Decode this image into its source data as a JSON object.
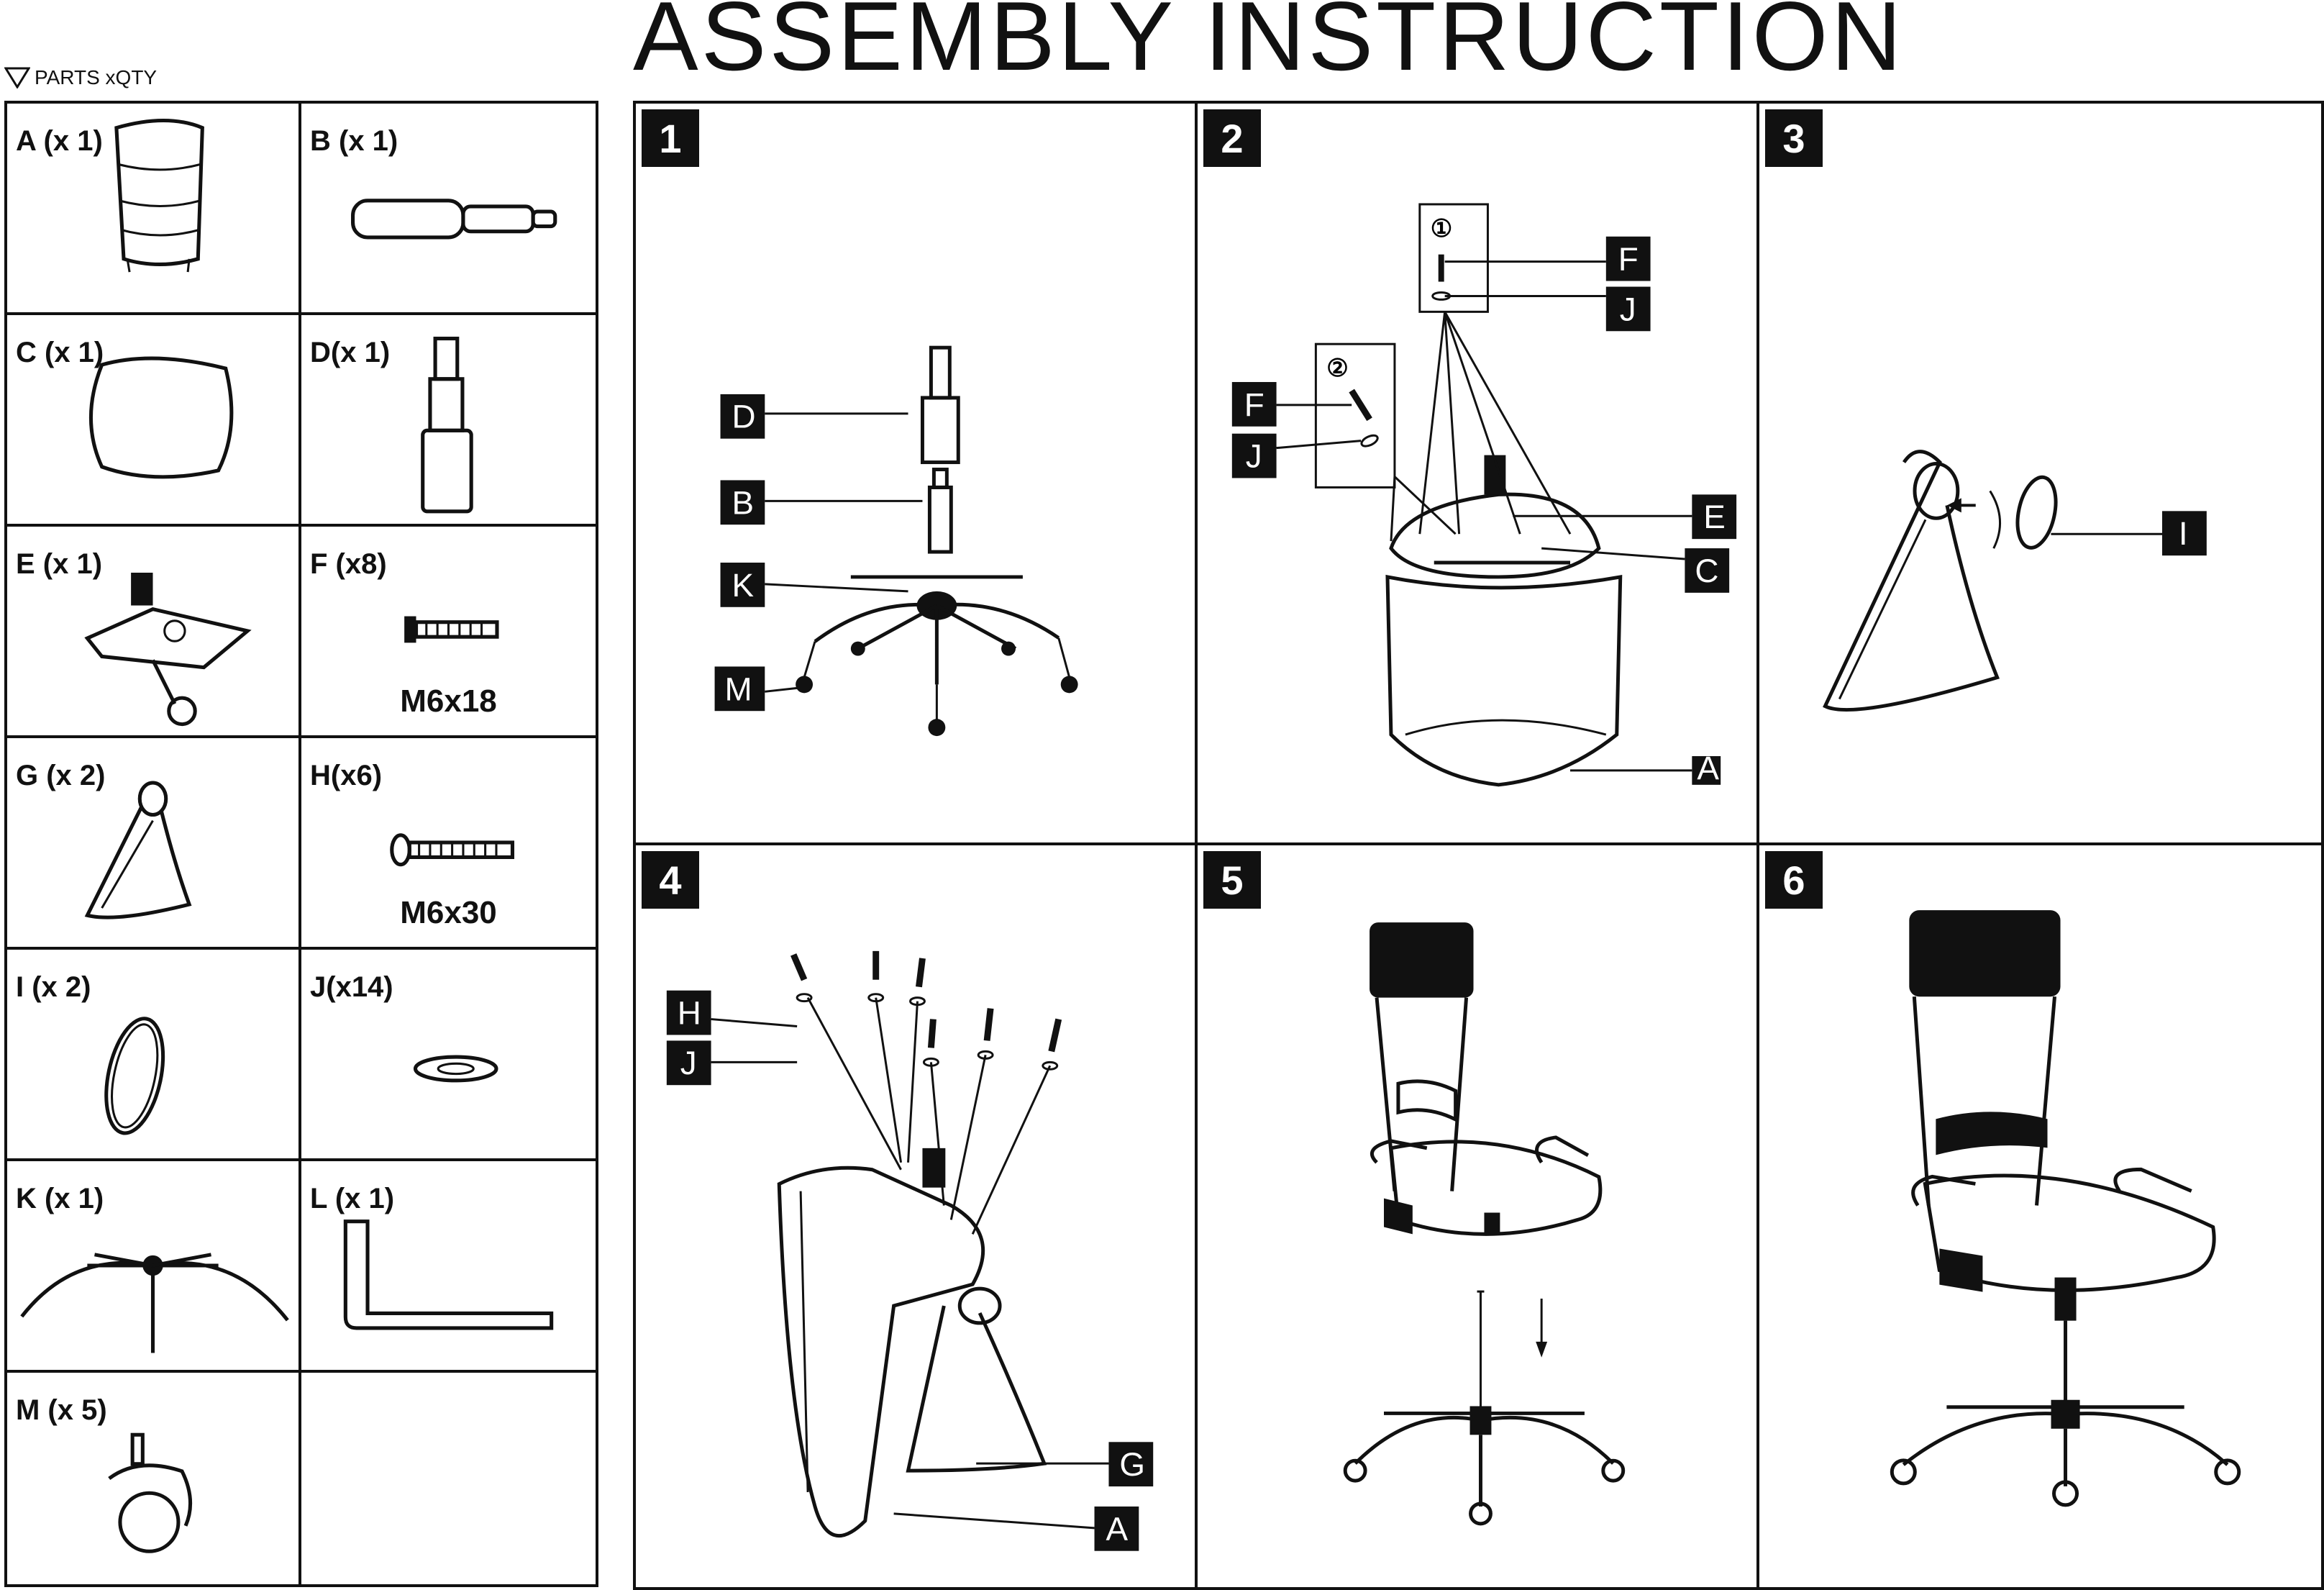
{
  "title": "ASSEMBLY INSTRUCTION",
  "parts_header": "PARTS xQTY",
  "parts": [
    {
      "label": "A (x 1)",
      "size": ""
    },
    {
      "label": "B (x 1)",
      "size": ""
    },
    {
      "label": "C (x 1)",
      "size": ""
    },
    {
      "label": "D(x 1)",
      "size": ""
    },
    {
      "label": "E (x 1)",
      "size": ""
    },
    {
      "label": "F (x8)",
      "size": "M6x18"
    },
    {
      "label": "G (x 2)",
      "size": ""
    },
    {
      "label": "H(x6)",
      "size": "M6x30"
    },
    {
      "label": "I (x 2)",
      "size": ""
    },
    {
      "label": "J(x14)",
      "size": ""
    },
    {
      "label": "K (x 1)",
      "size": ""
    },
    {
      "label": "L (x 1)",
      "size": ""
    },
    {
      "label": "M (x 5)",
      "size": ""
    },
    {
      "label": "",
      "size": ""
    }
  ],
  "steps": [
    {
      "number": "1",
      "tags": [
        "D",
        "B",
        "K",
        "M"
      ]
    },
    {
      "number": "2",
      "sub": [
        "①",
        "②"
      ],
      "tags": [
        "F",
        "J",
        "F",
        "J",
        "E",
        "C",
        "A"
      ]
    },
    {
      "number": "3",
      "tags": [
        "I"
      ]
    },
    {
      "number": "4",
      "tags": [
        "H",
        "J",
        "G",
        "A"
      ]
    },
    {
      "number": "5",
      "tags": []
    },
    {
      "number": "6",
      "tags": []
    }
  ]
}
